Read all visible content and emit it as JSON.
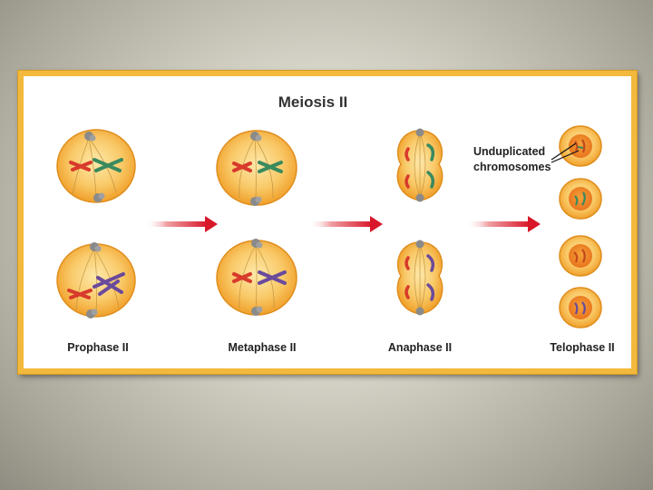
{
  "diagram": {
    "title": "Meiosis II",
    "phases": [
      {
        "label": "Prophase II"
      },
      {
        "label": "Metaphase II"
      },
      {
        "label": "Anaphase II"
      },
      {
        "label": "Telophase II"
      }
    ],
    "callout": {
      "line1": "Unduplicated",
      "line2": "chromosomes"
    },
    "colors": {
      "panel_border": "#f3b93c",
      "cell_fill": "#f7b240",
      "cell_center": "#fbe6a4",
      "arrow": "#d8182a",
      "chromosome_red": "#d83a2c",
      "chromosome_green": "#3a8a5e",
      "chromosome_purple": "#6a4a9c",
      "centrosome": "#808080"
    }
  }
}
